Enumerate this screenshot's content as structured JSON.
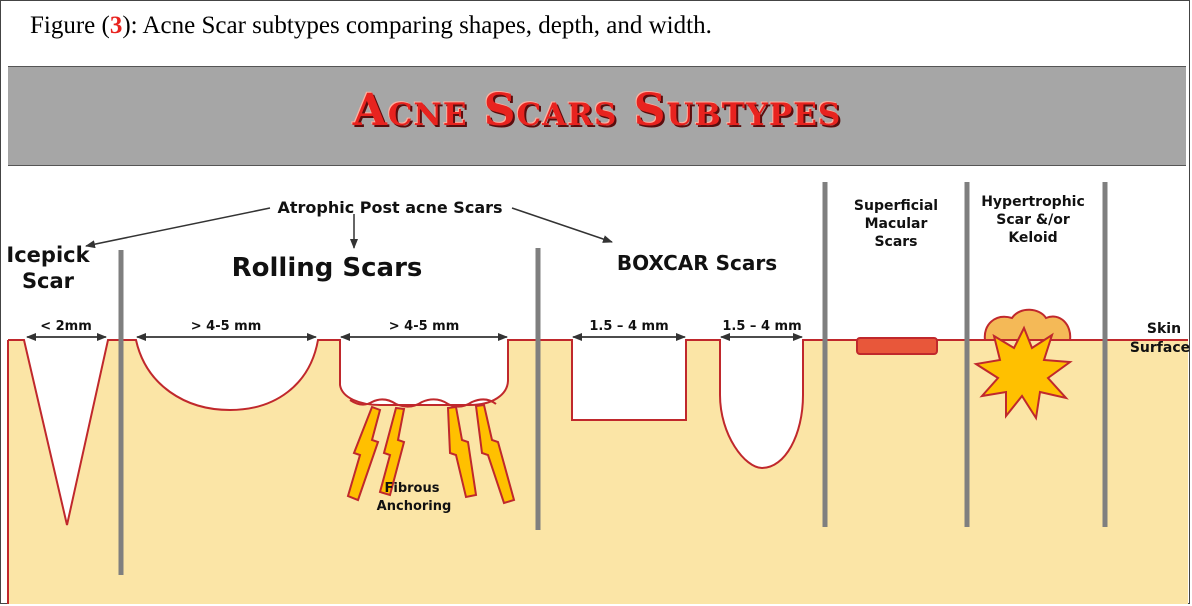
{
  "caption": {
    "prefix": "Figure (",
    "number": "3",
    "suffix": "): Acne Scar subtypes comparing shapes, depth, and width."
  },
  "banner": {
    "title": "Acne Scars Subtypes"
  },
  "diagram": {
    "group_label": "Atrophic Post acne Scars",
    "icepick_line1": "Icepick",
    "icepick_line2": "Scar",
    "rolling": "Rolling Scars",
    "boxcar": "BOXCAR Scars",
    "superficial_line1": "Superficial",
    "superficial_line2": "Macular",
    "superficial_line3": "Scars",
    "hypertrophic_line1": "Hypertrophic",
    "hypertrophic_line2": "Scar &/or",
    "hypertrophic_line3": "Keloid",
    "skin_line1": "Skin",
    "skin_line2": "Surface",
    "width_icepick": "< 2mm",
    "width_rolling1": "> 4-5 mm",
    "width_rolling2": "> 4-5 mm",
    "width_boxcar1": "1.5 – 4 mm",
    "width_boxcar2": "1.5 – 4 mm",
    "fibrous_line1": "Fibrous",
    "fibrous_line2": "Anchoring"
  },
  "colors": {
    "skin": "#fbe5a6",
    "outline": "#c0282c",
    "divider": "#7f7f7f",
    "macular": "#e8573a",
    "keloid": "#f4b957",
    "burst": "#ffc000",
    "title": "#e8231f"
  }
}
